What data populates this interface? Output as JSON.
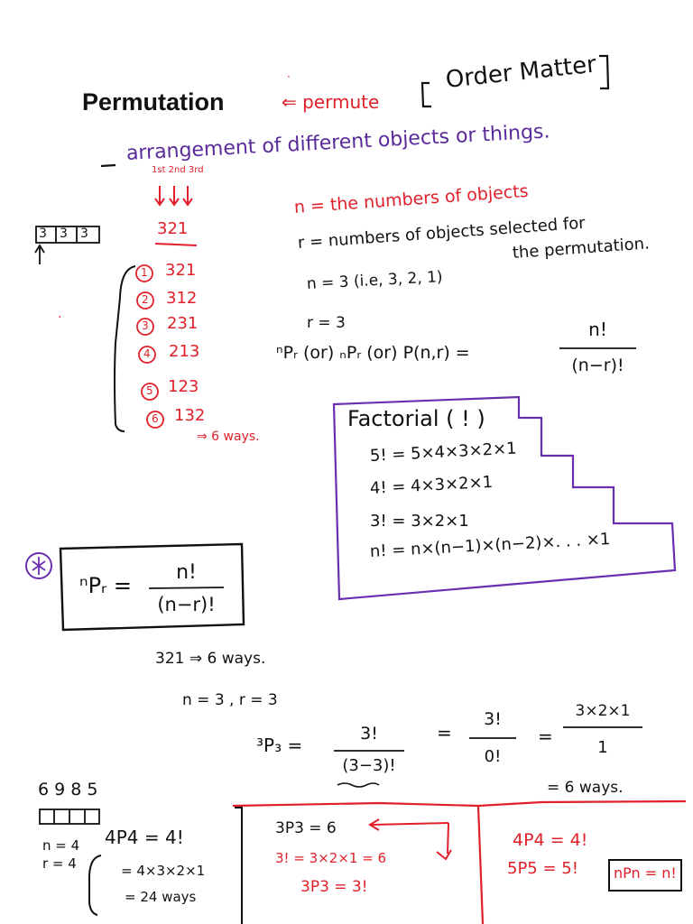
{
  "title": "Permutation",
  "permute_note": "⇐ permute",
  "order_matter": "Order Matter",
  "definition": "arrangement of different objects or things.",
  "place_labels": "1st 2nd 3rd",
  "boxes": [
    "3",
    "3",
    "3"
  ],
  "example_number": "321",
  "listing": [
    {
      "index": "1",
      "value": "321"
    },
    {
      "index": "2",
      "value": "312"
    },
    {
      "index": "3",
      "value": "231"
    },
    {
      "index": "4",
      "value": "213"
    },
    {
      "index": "5",
      "value": "123"
    },
    {
      "index": "6",
      "value": "132"
    }
  ],
  "six_ways": "⇒ 6 ways.",
  "n_def": "n = the numbers of objects",
  "r_def_1": "r = numbers of objects selected for",
  "r_def_2": "the permutation.",
  "n_val": "n = 3   (i.e, 3, 2, 1)",
  "r_val": "r = 3",
  "notations": "ⁿPᵣ (or) ₙPᵣ (or) P(n,r) =",
  "formula_num": "n!",
  "formula_den": "(n−r)!",
  "factorial": {
    "heading": "Factorial ( ! )",
    "lines": [
      "5! = 5×4×3×2×1",
      "4! = 4×3×2×1",
      "3! = 3×2×1",
      "n! = n×(n−1)×(n−2)×. . . ×1"
    ]
  },
  "boxed_formula": {
    "lhs": "ⁿPᵣ =",
    "num": "n!",
    "den": "(n−r)!"
  },
  "ex_line1": "321 ⇒ 6 ways.",
  "ex_line2": "n = 3 , r = 3",
  "ex_calc": {
    "lhs": "³P₃ =",
    "f1_num": "3!",
    "f1_den": "(3−3)!",
    "eq2": "=",
    "f2_num": "3!",
    "f2_den": "0!",
    "eq3": "=",
    "f3_num": "3×2×1",
    "f3_den": "1",
    "result": "= 6 ways."
  },
  "ex2": {
    "digits": "6 9 8 5",
    "n": "n = 4",
    "r": "r = 4",
    "p": "4P4 = 4!",
    "expand": "= 4×3×2×1",
    "ways": "= 24 ways"
  },
  "mid_box": {
    "line1": "3P3 = 6",
    "line2": "3! = 3×2×1 = 6",
    "line3": "3P3 = 3!"
  },
  "right_box": {
    "line1": "4P4 = 4!",
    "line2": "5P5 = 5!",
    "boxed": "nPn = n!"
  }
}
